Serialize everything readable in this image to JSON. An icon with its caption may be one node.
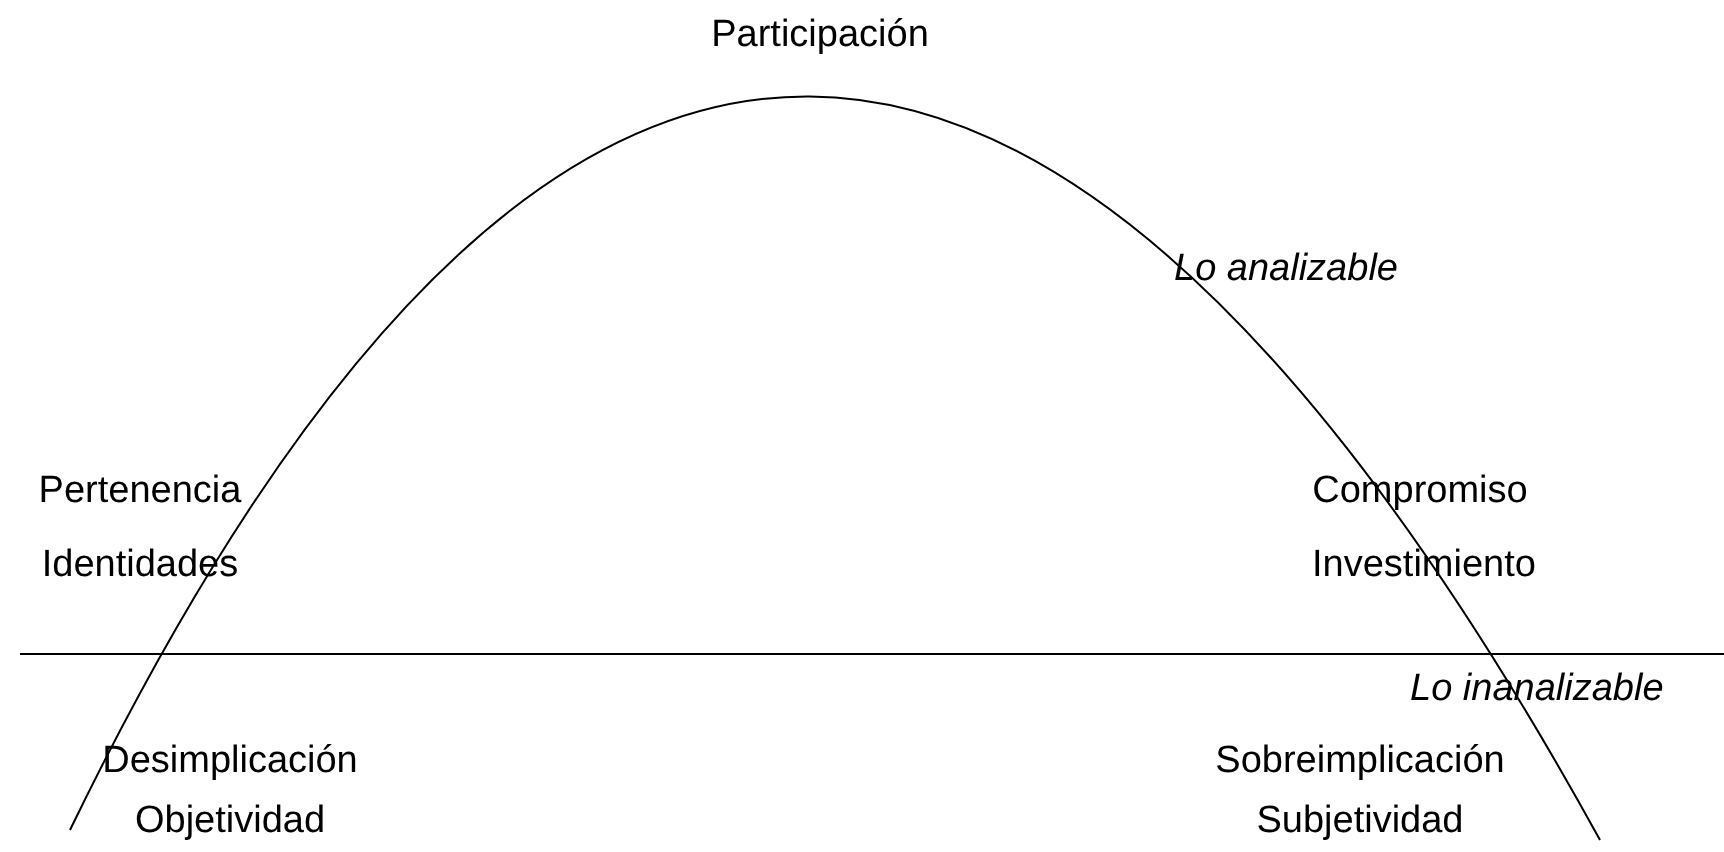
{
  "diagram": {
    "labels": [
      "Participación",
      "Lo analizable",
      "Pertenencia",
      "Identidades",
      "Compromiso",
      "Investimiento",
      "Lo inanalizable",
      "Desimplicación",
      "Objetividad",
      "Sobreimplicación",
      "Subjetividad"
    ]
  }
}
